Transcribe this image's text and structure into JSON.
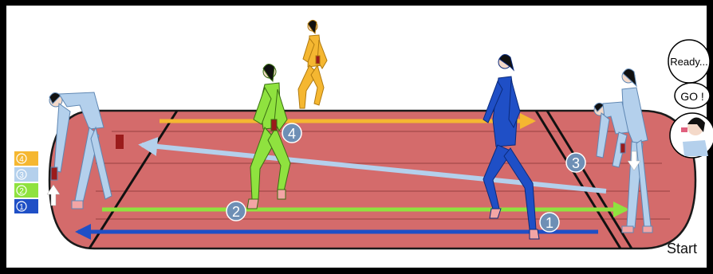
{
  "legend": [
    {
      "number": "4",
      "color": "#F5B731"
    },
    {
      "number": "3",
      "color": "#B4D0EC"
    },
    {
      "number": "2",
      "color": "#8FE23F"
    },
    {
      "number": "1",
      "color": "#1F4FC6"
    }
  ],
  "route_markers": [
    {
      "number": "1",
      "color": "#1F4FC6"
    },
    {
      "number": "2",
      "color": "#8FE23F"
    },
    {
      "number": "3",
      "color": "#B4D0EC"
    },
    {
      "number": "4",
      "color": "#F5B731"
    }
  ],
  "speech": {
    "ready": "Ready...",
    "go": "GO !"
  },
  "start_label": "Start",
  "colors": {
    "track": "#D46B6B",
    "track_line": "#B65656",
    "frame": "#000000",
    "background": "#FFFFFF",
    "baton": "#9B1B1B",
    "marker_circle": "#6E8FB5"
  },
  "icons": [
    "runner-figure",
    "baton-icon",
    "up-arrow-icon",
    "down-arrow-icon",
    "whistle-icon"
  ]
}
